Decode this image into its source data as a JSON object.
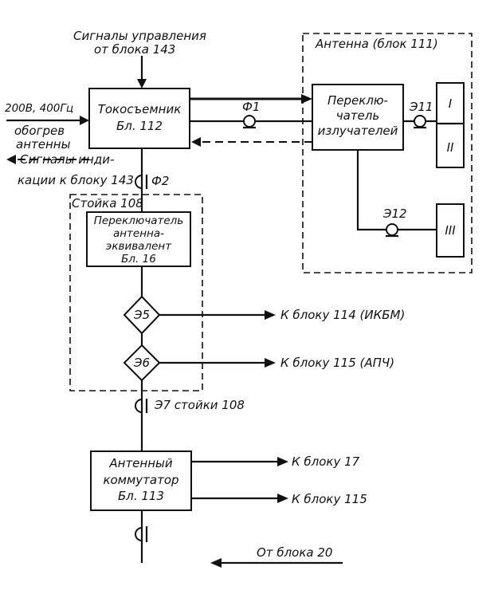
{
  "control_signals": {
    "line1": "Сигналы управления",
    "line2": "от блока 143"
  },
  "power_input": {
    "line1": "200В, 400Гц",
    "line2": "обогрев",
    "line3": "антенны"
  },
  "indication_signals": {
    "line1": "Сигналы инди-",
    "line2": "кации к блоку 143"
  },
  "slip_ring": {
    "line1": "Токосъемник",
    "line2": "Бл. 112"
  },
  "antenna_group": {
    "title": "Антенна (блок 111)"
  },
  "emitter_switch": {
    "line1": "Переклю-",
    "line2": "чатель",
    "line3": "излучателей"
  },
  "emitters": [
    "I",
    "II",
    "III"
  ],
  "connectors": {
    "f1": "Ф1",
    "f2": "Ф2",
    "e11": "Э11",
    "e12": "Э12"
  },
  "rack_group": {
    "title": "Стойка 108"
  },
  "antenna_switch": {
    "line1": "Переключатель",
    "line2": "антенна-",
    "line3": "эквивалент",
    "line4": "Бл. 16"
  },
  "diamonds": [
    "Э5",
    "Э6"
  ],
  "outputs": {
    "to_114": "К блоку 114 (ИКБМ)",
    "to_115_apch": "К блоку 115 (АПЧ)",
    "to_17": "К блоку 17",
    "to_115": "К блоку 115"
  },
  "rack_connector": "Э7 стойки 108",
  "commutator": {
    "line1": "Антенный",
    "line2": "коммутатор",
    "line3": "Бл. 113"
  },
  "from_block": "От блока 20"
}
